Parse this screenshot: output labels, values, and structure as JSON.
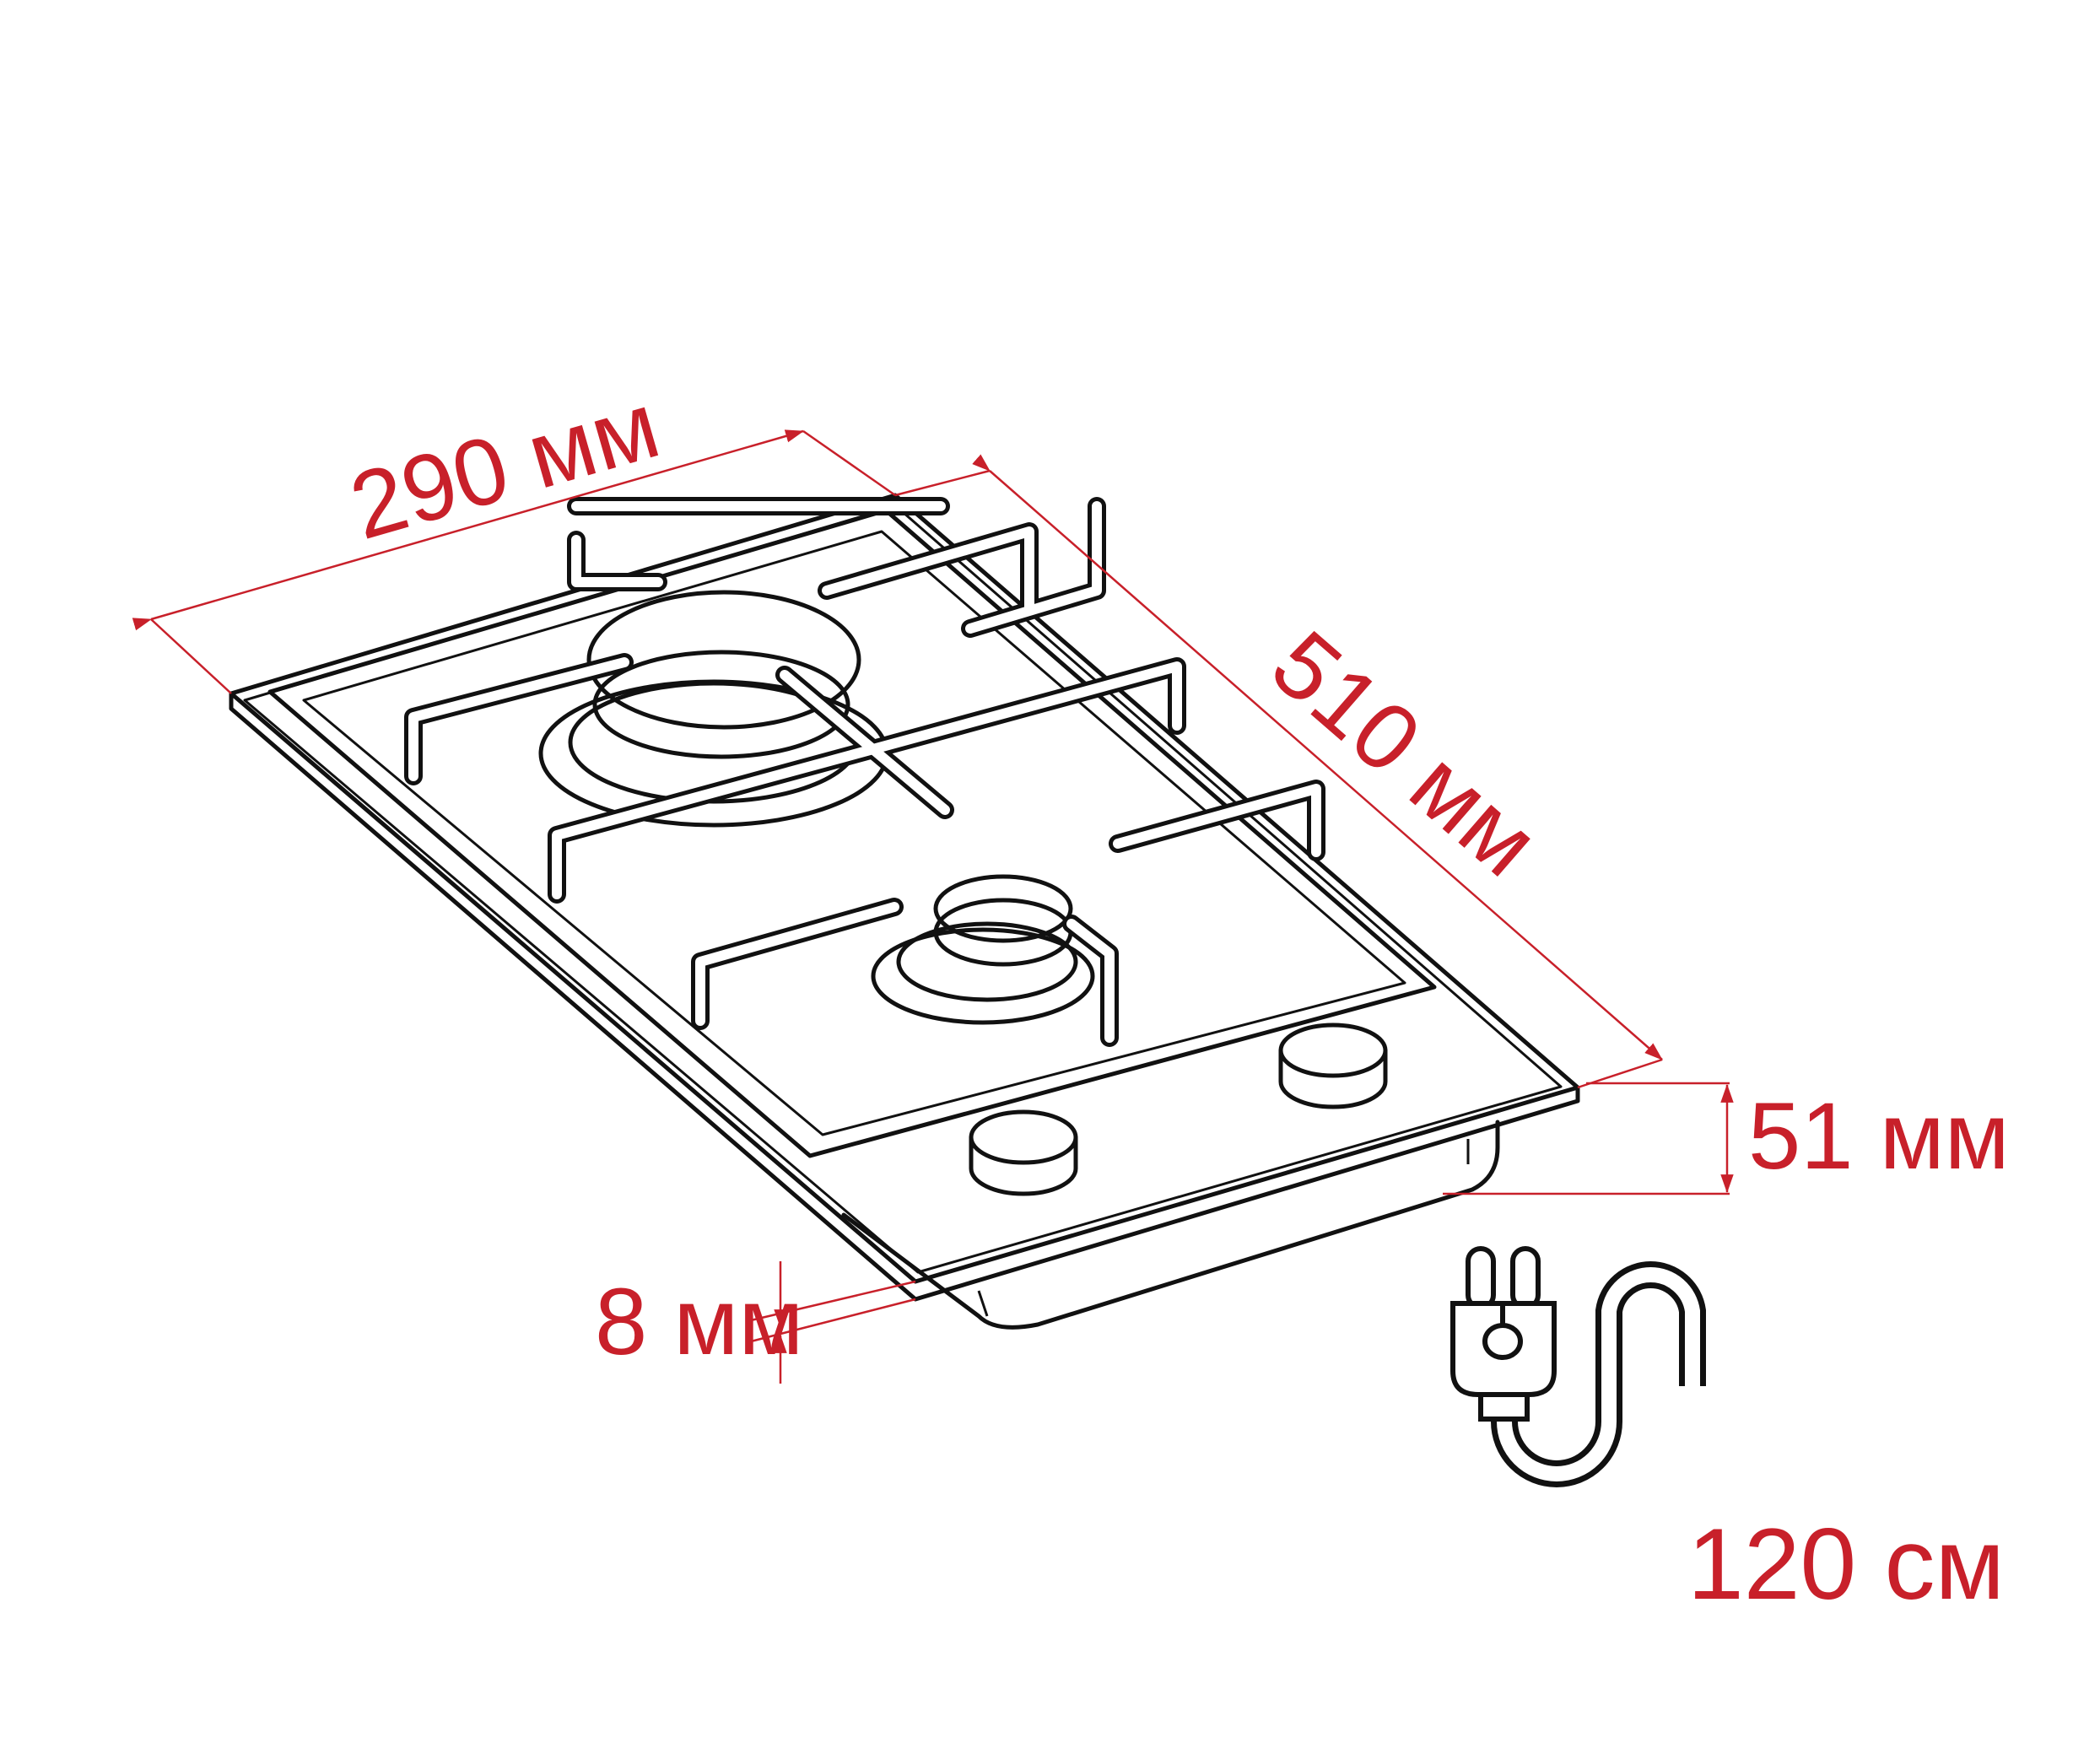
{
  "dimensions": {
    "width": "290 мм",
    "depth": "510 мм",
    "height": "51 мм",
    "glass_thickness": "8 мм",
    "cord_length": "120 см"
  },
  "colors": {
    "dimension": "#c8202a",
    "line": "#111111"
  }
}
